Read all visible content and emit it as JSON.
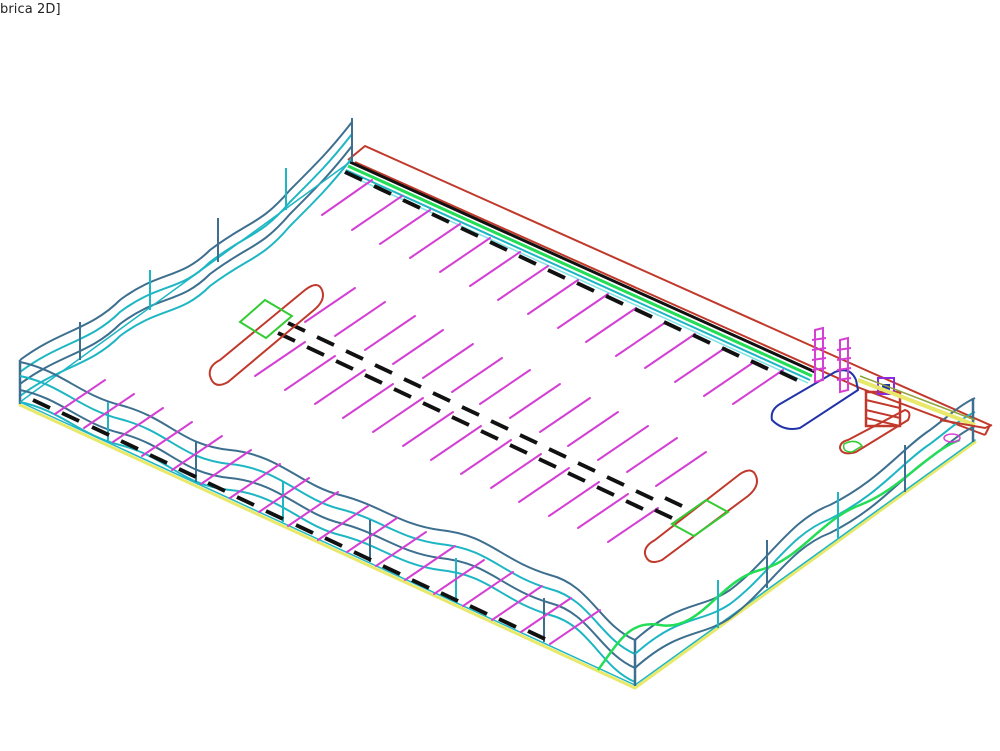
{
  "viewport": {
    "label": "brica 2D]",
    "background": "#ffffff",
    "view": "isometric wireframe"
  },
  "drawing": {
    "type": "site plan / parking lot 3D wireframe",
    "colors": {
      "fence_dark": "#3d6f8f",
      "fence_cyan": "#1fb6c4",
      "boundary_red": "#c0392b",
      "parking_line_magenta": "#d43fd4",
      "wheel_stop_black": "#111111",
      "island_green": "#33cc33",
      "island_blue": "#2233aa",
      "ground_yellow": "#e8e86a",
      "curb_green": "#22dd55"
    },
    "elements": [
      {
        "name": "perimeter-fence"
      },
      {
        "name": "property-boundary"
      },
      {
        "name": "parking-stall-lines"
      },
      {
        "name": "wheel-stops"
      },
      {
        "name": "landscape-island-left"
      },
      {
        "name": "landscape-island-right"
      },
      {
        "name": "entry-island-blue"
      },
      {
        "name": "guard-booth"
      },
      {
        "name": "entry-gates"
      }
    ]
  }
}
